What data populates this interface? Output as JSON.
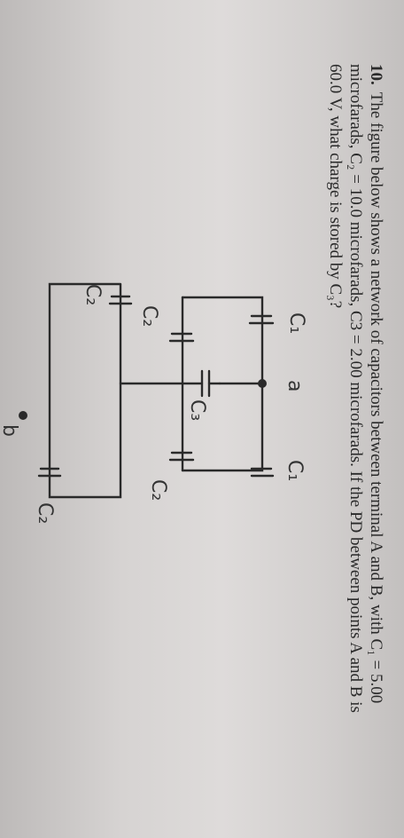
{
  "question": {
    "number": "10.",
    "line1": "The figure below shows a network of capacitors between terminal A and B, with C₁ = 5.00",
    "line2": "microfarads, C₂ = 10.0 microfarads, C3 = 2.00 microfarads.  If the PD between points A and B is",
    "line3": "60.0 V, what charge is stored by C₃?"
  },
  "circuit_labels": {
    "terminal_a": "a",
    "terminal_b": "b",
    "c1_left": "C₁",
    "c1_right": "C₁",
    "c2_upper_left": "C₂",
    "c2_upper_right": "C₂",
    "c2_lower_left": "C₂",
    "c2_lower_right": "C₂",
    "c3": "C₃"
  },
  "colors": {
    "ink": "#2a2a2a",
    "paper": "#d8d5d4"
  }
}
